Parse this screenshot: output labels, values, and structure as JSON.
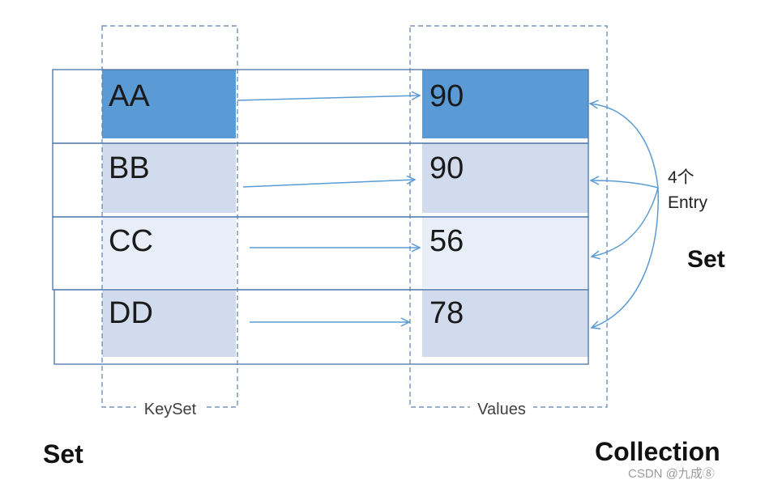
{
  "rows": [
    {
      "key": "AA",
      "value": "90"
    },
    {
      "key": "BB",
      "value": "90"
    },
    {
      "key": "CC",
      "value": "56"
    },
    {
      "key": "DD",
      "value": "78"
    }
  ],
  "keyset_caption": "KeySet",
  "values_caption": "Values",
  "entry_count_label": "4个",
  "entry_label": "Entry",
  "left_set_label": "Set",
  "right_set_label": "Set",
  "collection_label": "Collection",
  "watermark": "CSDN @九成⑧",
  "colors": {
    "highlight": "#5b9bd5",
    "shade_dark": "#d0dcee",
    "shade_light": "#e8eef8",
    "arrow": "#5b9bd5"
  }
}
